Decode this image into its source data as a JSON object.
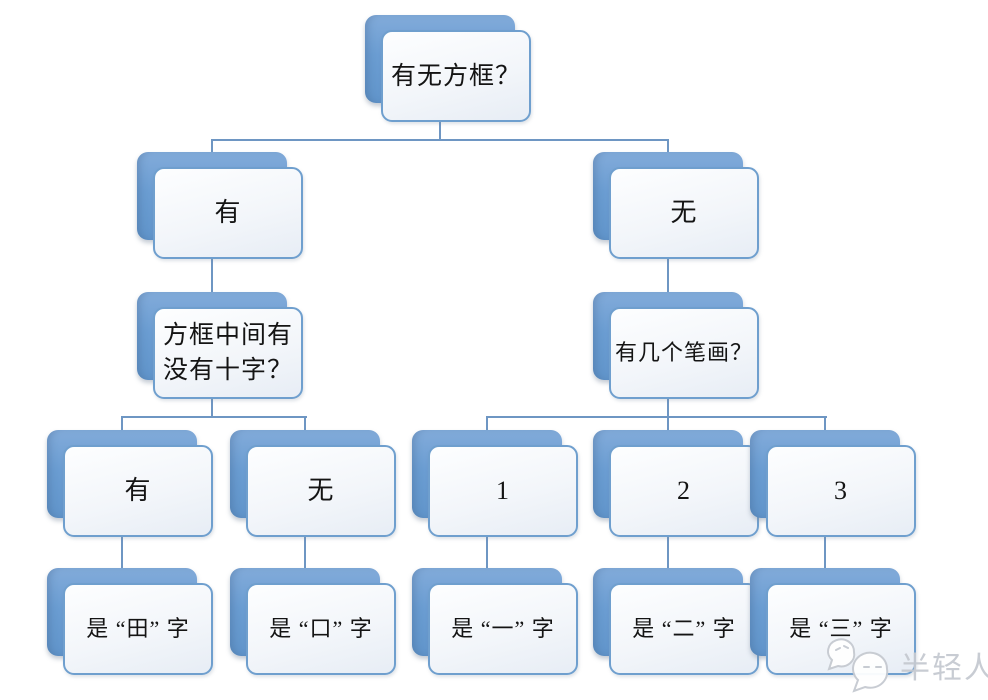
{
  "diagram": {
    "type": "decision-tree-flowchart",
    "tree": {
      "label": "有无方框？",
      "children": [
        {
          "label": "有",
          "children": [
            {
              "label": "方框中间有\n没有十字？",
              "children": [
                {
                  "label": "有",
                  "children": [
                    {
                      "label": "是 “田” 字"
                    }
                  ]
                },
                {
                  "label": "无",
                  "children": [
                    {
                      "label": "是 “口” 字"
                    }
                  ]
                }
              ]
            }
          ]
        },
        {
          "label": "无",
          "children": [
            {
              "label": "有几个笔画？",
              "children": [
                {
                  "label": "1",
                  "children": [
                    {
                      "label": "是 “一” 字"
                    }
                  ]
                },
                {
                  "label": "2",
                  "children": [
                    {
                      "label": "是 “二” 字"
                    }
                  ]
                },
                {
                  "label": "3",
                  "children": [
                    {
                      "label": "是 “三” 字"
                    }
                  ]
                }
              ]
            }
          ]
        }
      ]
    },
    "colors": {
      "node_shadow_fill": "#6b9dd2",
      "node_border": "#6f9fce",
      "node_fill_top": "#fdfeff",
      "node_fill_bottom": "#e7edf5",
      "connector": "#6e96c3",
      "text": "#141414",
      "watermark": "#c6cad1",
      "background": "#ffffff"
    }
  },
  "watermark": {
    "icon": "wechat-chat-bubbles-icon",
    "text": "半轻人"
  }
}
